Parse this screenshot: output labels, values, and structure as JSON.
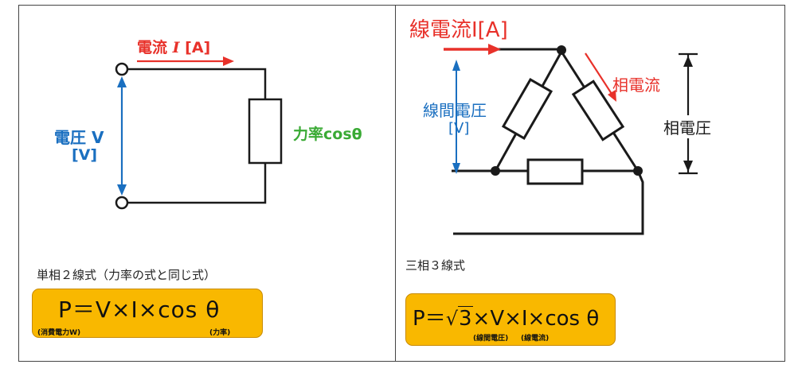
{
  "single_phase": {
    "current_label": "電流",
    "current_symbol": "I",
    "current_unit": "[A]",
    "voltage_label": "電圧 V",
    "voltage_unit": "[V]",
    "power_factor_label": "力率",
    "power_factor_symbol": "cosθ",
    "caption": "単相２線式（力率の式と同じ式）",
    "formula": "P＝V×I×cos θ",
    "formula_note_power": "(消費電力W)",
    "formula_note_pf": "(力率)"
  },
  "three_phase": {
    "line_current_label": "線電流I[A]",
    "phase_current_label": "相電流",
    "line_voltage_label": "線間電圧",
    "line_voltage_unit": "[V]",
    "phase_voltage_label": "相電圧",
    "caption": "三相３線式",
    "formula_p": "P＝",
    "formula_root": "3",
    "formula_rest": "×V×I×cos θ",
    "formula_note_voltage": "(線間電圧)",
    "formula_note_current": "(線電流)"
  },
  "colors": {
    "red": "#e8312a",
    "blue": "#1a6fc0",
    "green": "#3aaa35",
    "formula_fill": "#f9b800",
    "line": "#1a1a1a"
  }
}
